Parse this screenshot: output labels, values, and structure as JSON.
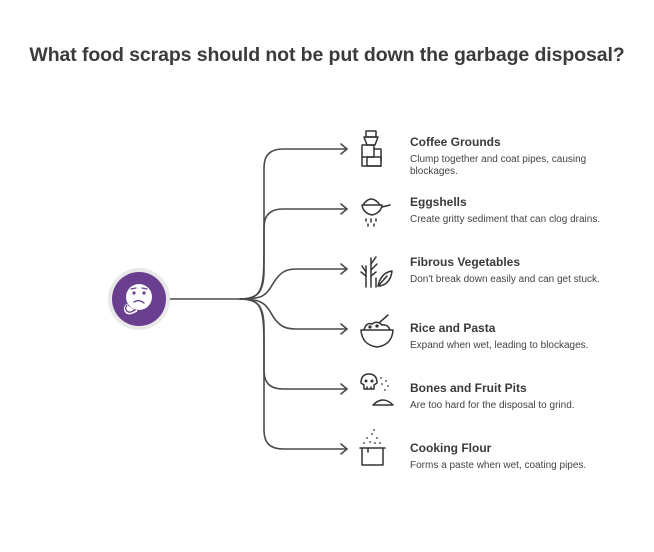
{
  "title": "What food scraps should not be put down the garbage disposal?",
  "hub": {
    "icon": "confused-thinking-face-icon",
    "color": "#6a3f8f"
  },
  "line_color": "#4a4a4a",
  "items": [
    {
      "title": "Coffee Grounds",
      "description": "Clump together and coat pipes, causing blockages.",
      "icon": "coffee-grinder-icon"
    },
    {
      "title": "Eggshells",
      "description": "Create gritty sediment that can clog drains.",
      "icon": "cracked-egg-strainer-icon"
    },
    {
      "title": "Fibrous Vegetables",
      "description": "Don't break down easily and can get stuck.",
      "icon": "vegetables-leaf-icon"
    },
    {
      "title": "Rice and Pasta",
      "description": "Expand when wet, leading to blockages.",
      "icon": "bowl-of-rice-icon"
    },
    {
      "title": "Bones and Fruit Pits",
      "description": "Are too hard for the disposal to grind.",
      "icon": "skull-and-pile-icon"
    },
    {
      "title": "Cooking Flour",
      "description": "Forms a paste when wet, coating pipes.",
      "icon": "flour-cup-icon"
    }
  ]
}
